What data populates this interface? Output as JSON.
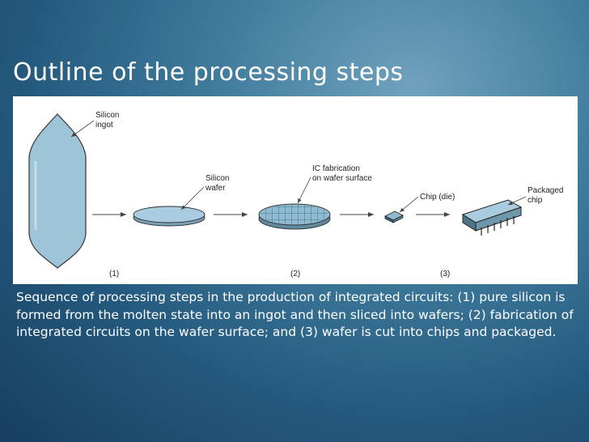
{
  "slide": {
    "title": "Outline of the processing steps",
    "caption": "Sequence of processing steps in the production of integrated circuits: (1) pure silicon is formed from the molten state into an ingot and then sliced into wafers; (2) fabrication of integrated circuits on the wafer surface; and (3) wafer is cut into chips and packaged."
  },
  "figure": {
    "labels": {
      "ingot_line1": "Silicon",
      "ingot_line2": "ingot",
      "wafer_line1": "Silicon",
      "wafer_line2": "wafer",
      "ic_line1": "IC fabrication",
      "ic_line2": "on wafer surface",
      "chip": "Chip (die)",
      "pkg_line1": "Packaged",
      "pkg_line2": "chip"
    },
    "steps": [
      "(1)",
      "(2)",
      "(3)"
    ]
  },
  "colors": {
    "background": "#2f6d91",
    "title_text": "#ffffff",
    "figure_bg": "#ffffff",
    "part_fill": "#9ec4d8"
  },
  "icons": [
    "silicon-ingot",
    "silicon-wafer",
    "patterned-wafer",
    "chip-die",
    "packaged-chip"
  ]
}
